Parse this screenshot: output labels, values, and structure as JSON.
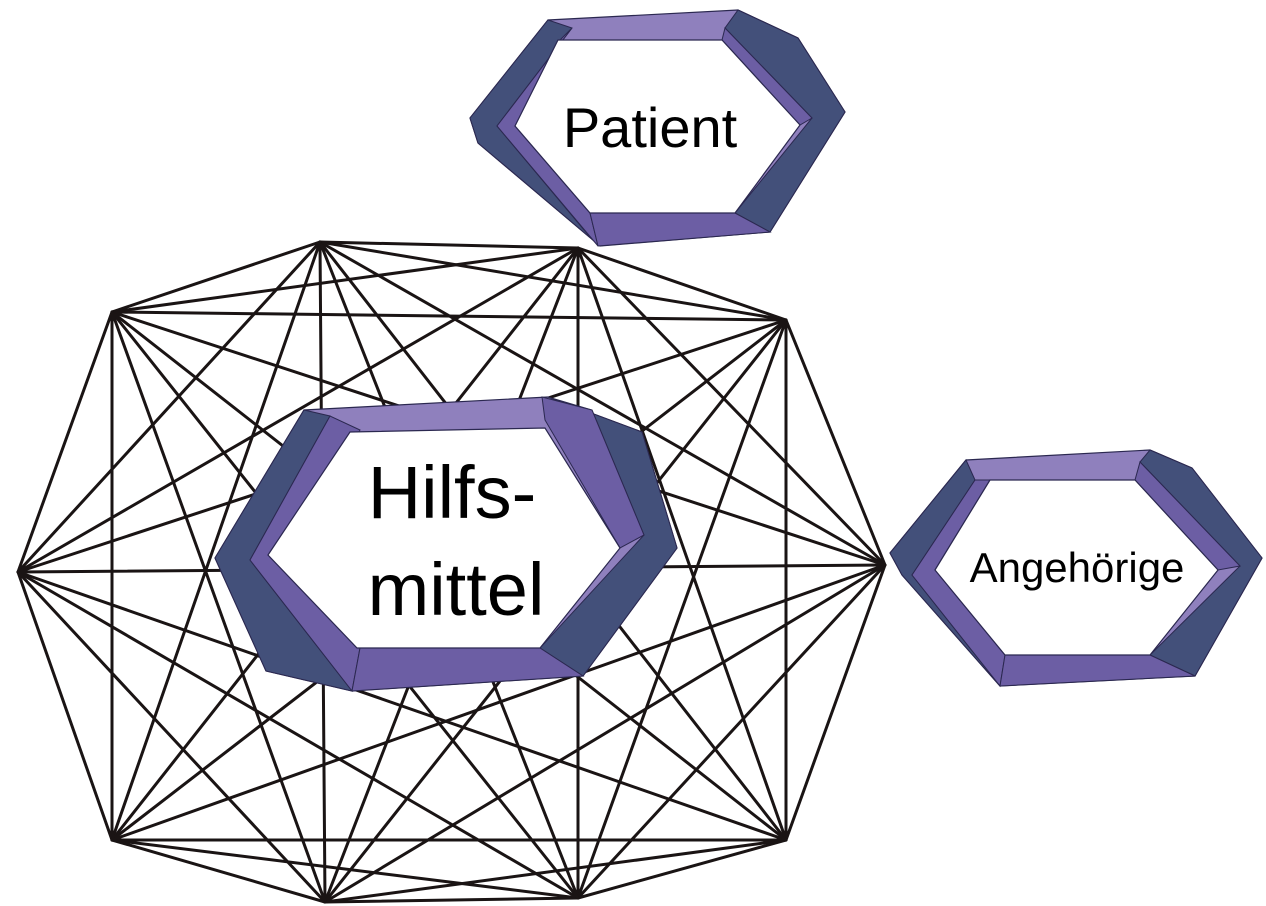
{
  "nodes": {
    "patient": {
      "label": "Patient"
    },
    "hilfsmittel": {
      "line1": "Hilfs-",
      "line2": "mittel"
    },
    "angehoerige": {
      "label": "Angehörige"
    }
  },
  "colors": {
    "frame_dark": "#43507a",
    "frame_mid": "#6c5ea4",
    "frame_light": "#8f80bd",
    "frame_stroke": "#2b2850",
    "network_line": "#1a1414",
    "background": "#ffffff"
  }
}
